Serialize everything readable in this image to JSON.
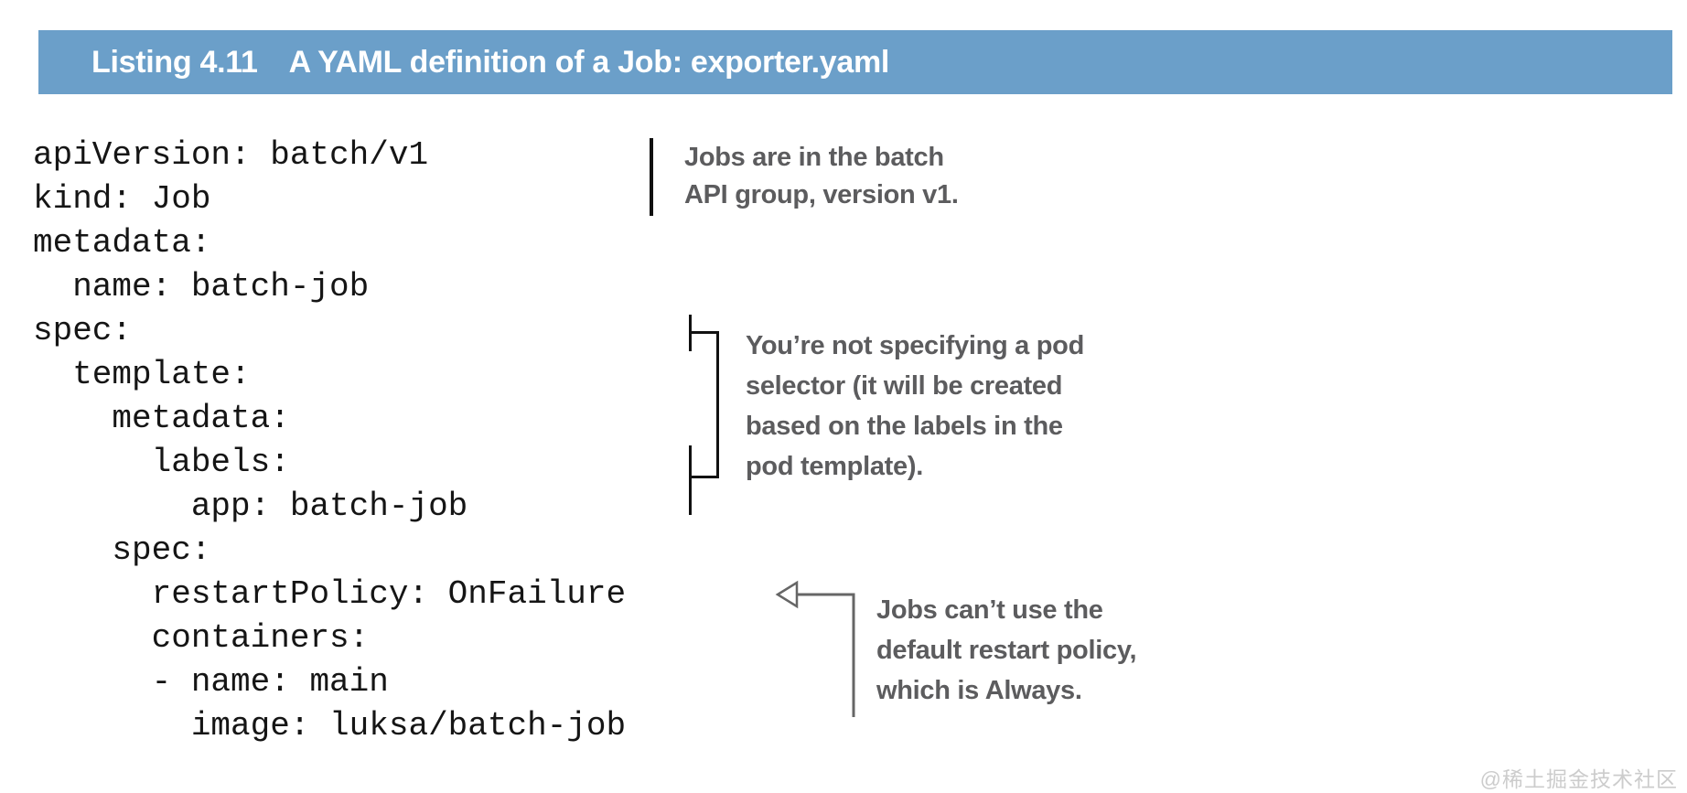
{
  "header": {
    "listing_label": "Listing 4.11",
    "listing_title": "A YAML definition of a Job: exporter.yaml",
    "bg_color": "#6b9fc9",
    "text_color": "#ffffff"
  },
  "code": {
    "language": "yaml",
    "text_color": "#151515",
    "lines": [
      "apiVersion: batch/v1",
      "kind: Job",
      "metadata:",
      "  name: batch-job",
      "spec:",
      "  template:",
      "    metadata:",
      "      labels:",
      "        app: batch-job",
      "    spec:",
      "      restartPolicy: OnFailure",
      "      containers:",
      "      - name: main",
      "        image: luksa/batch-job"
    ]
  },
  "annotations": [
    {
      "id": "batch-api-group",
      "connector": "vertical-bar",
      "lines": [
        "Jobs are in the batch",
        "API group, version v1."
      ]
    },
    {
      "id": "pod-selector",
      "connector": "bracket",
      "lines": [
        "You’re not specifying a pod",
        "selector (it will be created",
        "based on the labels in the",
        "pod template)."
      ]
    },
    {
      "id": "restart-policy",
      "connector": "arrow",
      "lines": [
        "Jobs can’t use the",
        "default restart policy,",
        "which is Always."
      ]
    }
  ],
  "colors": {
    "annotation_text": "#5c5c5e",
    "connector_black": "#111111",
    "arrow_gray": "#666666",
    "watermark_gray": "#cccccc"
  },
  "watermark": {
    "text": "@稀土掘金技术社区"
  }
}
